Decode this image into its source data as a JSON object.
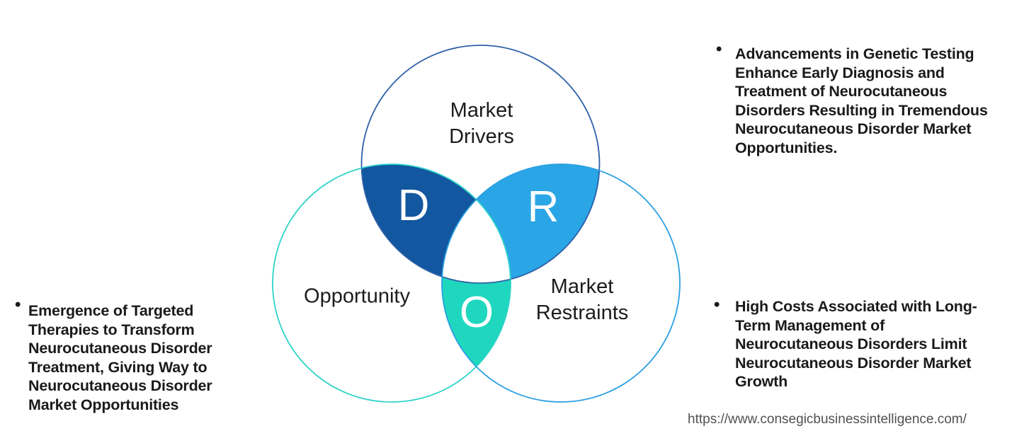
{
  "colors": {
    "drivers_fill": "#12579F",
    "restraints_fill": "#2AA5E5",
    "opportunity_fill": "#1FD7BE",
    "drivers_stroke": "#2D5FA8",
    "opportunity_stroke": "#2ED3C9",
    "restraints_stroke": "#2B9FE2",
    "center_fill": "#FFFFFF",
    "letter_color": "#FFFFFF",
    "label_color": "#1C1C1C",
    "bullet_text_color": "#1A1A1A",
    "url_color": "#515155"
  },
  "venn": {
    "drivers_label": [
      "Market",
      "Drivers"
    ],
    "opportunity_label": "Opportunity",
    "restraints_label": [
      "Market",
      "Restraints"
    ],
    "drivers_letter": "D",
    "restraints_letter": "R",
    "opportunity_letter": "O"
  },
  "bullets": {
    "left": {
      "marker": "•",
      "lines": [
        "Emergence of Targeted",
        "Therapies to Transform",
        "Neurocutaneous Disorder",
        "Treatment, Giving Way to",
        "Neurocutaneous Disorder",
        "Market Opportunities"
      ]
    },
    "right_top": {
      "marker": "•",
      "lines": [
        "Advancements in Genetic Testing",
        "Enhance Early Diagnosis and",
        "Treatment of Neurocutaneous",
        "Disorders Resulting in Tremendous",
        "Neurocutaneous Disorder Market",
        "Opportunities."
      ]
    },
    "right_bottom": {
      "marker": "•",
      "lines": [
        "High Costs Associated with Long-",
        "Term Management of",
        "Neurocutaneous Disorders Limit",
        "Neurocutaneous Disorder Market",
        "Growth"
      ]
    }
  },
  "footer": {
    "url": "https://www.consegicbusinessintelligence.com/"
  }
}
